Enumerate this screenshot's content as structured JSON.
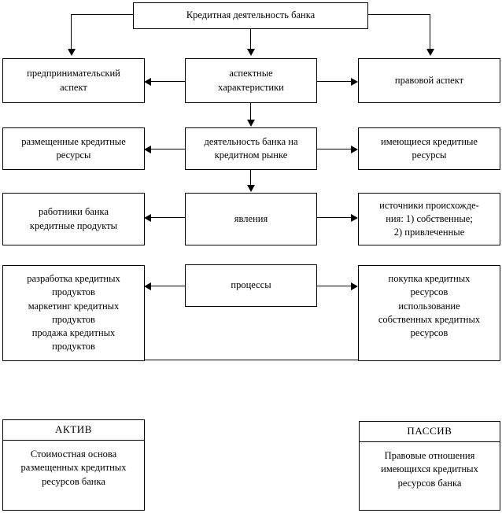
{
  "diagram": {
    "title_box": {
      "label": "Кредитная деятельность банка"
    },
    "rows": [
      {
        "center": "аспектные\nхарактеристики",
        "left": "предпринимательский\nаспект",
        "right": "правовой аспект"
      },
      {
        "center": "деятельность банка на\nкредитном рынке",
        "left": "размещенные кредитные\nресурсы",
        "right": "имеющиеся кредитные\nресурсы"
      },
      {
        "center": "явления",
        "left": "работники банка\nкредитные продукты",
        "right": "источники происхожде-\nния: 1) собственные;\n2) привлеченные"
      },
      {
        "center": "процессы",
        "left": "разработка кредитных\nпродуктов\nмаркетинг кредитных\nпродуктов\nпродажа кредитных\nпродуктов",
        "right": "покупка кредитных\nресурсов\nиспользование\nсобственных кредитных\nресурсов"
      }
    ],
    "ledger": {
      "asset": {
        "header": "АКТИВ",
        "body": "Стоимостная основа\nразмещенных кредитных\nресурсов банка"
      },
      "liability": {
        "header": "ПАССИВ",
        "body": "Правовые отношения\nимеющихся кредитных\nресурсов банка"
      }
    },
    "colors": {
      "stroke": "#000000",
      "background": "#ffffff",
      "text": "#000000"
    }
  }
}
